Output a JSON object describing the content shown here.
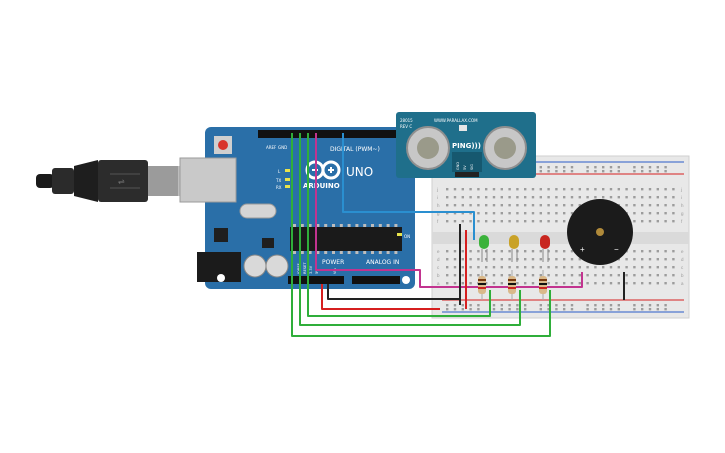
{
  "arduino": {
    "brand": "ARDUINO",
    "model": "UNO",
    "digital_label": "DIGITAL (PWM~)",
    "power_label": "POWER",
    "analog_label": "ANALOG IN",
    "aref_label": "AREF",
    "gnd_label": "GND",
    "tx_label": "TX",
    "rx_label": "RX",
    "l_label": "L",
    "on_label": "ON",
    "ioref_label": "IOREF",
    "reset_label": "RESET",
    "v33_label": "3.3V",
    "v5_label": "5V",
    "vin_label": "Vin"
  },
  "sensor": {
    "name": "PING)))",
    "url": "WWW.PARALLAX.COM",
    "part": "28015",
    "rev": "REV C",
    "pin_gnd": "GND",
    "pin_5v": "5V",
    "pin_sig": "SIG"
  },
  "breadboard": {
    "row_letters_top": [
      "j",
      "i",
      "h",
      "g",
      "f"
    ],
    "row_letters_bottom": [
      "e",
      "d",
      "c",
      "b",
      "a"
    ],
    "column_numbers": [
      "1",
      "5",
      "10",
      "15",
      "20",
      "25",
      "30"
    ]
  },
  "buzzer": {
    "plus": "+",
    "minus": "−"
  },
  "colors": {
    "board": "#2a6fa8",
    "sensor_board": "#1f6f8b",
    "wire_green": "#2fae3a",
    "wire_red": "#d61f1f",
    "wire_black": "#222222",
    "wire_blue": "#2a8fd0",
    "wire_magenta": "#c2338f",
    "led_green": "#3bb23b",
    "led_yellow": "#c9a227",
    "led_red": "#c8261f"
  }
}
